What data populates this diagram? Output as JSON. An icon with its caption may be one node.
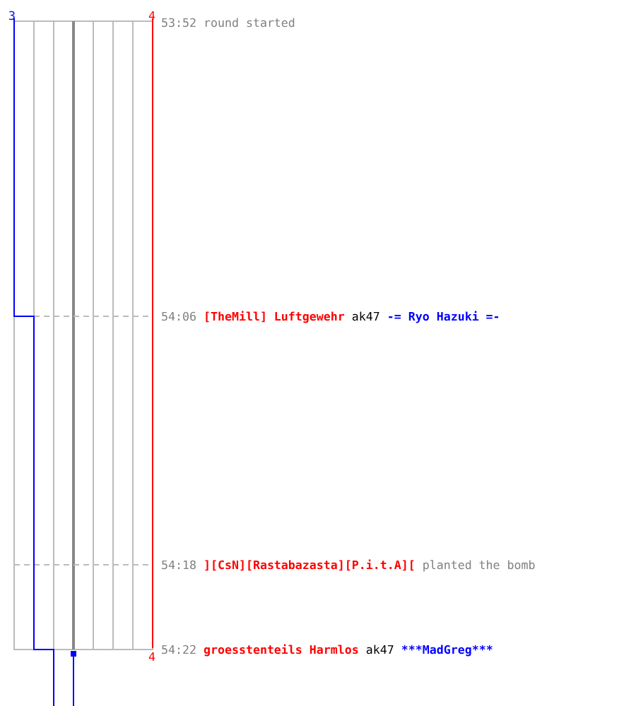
{
  "diagram": {
    "labels": [
      "3",
      "4",
      "53:52",
      "round started",
      "54:06",
      "[TheMill] Luftgewehr",
      "ak47",
      "-= Ryo Hazuki =-",
      "54:18",
      "][CsN][Rastabazasta][P.i.t.A][",
      "planted the bomb",
      "4",
      "54:22",
      "groesstenteils Harmlos",
      "ak47",
      "***MadGreg***"
    ]
  }
}
